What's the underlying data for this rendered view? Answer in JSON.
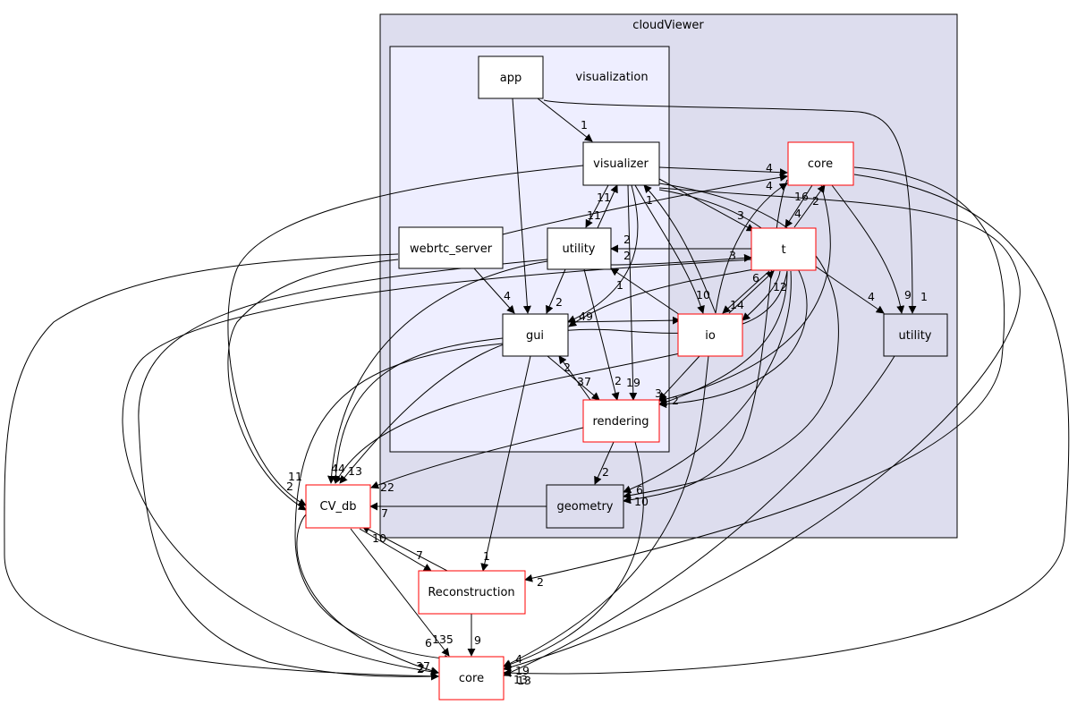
{
  "clusters": {
    "outer": "cloudViewer",
    "inner": "visualization"
  },
  "nodes": {
    "app": "app",
    "visualizer": "visualizer",
    "viz_utility": "utility",
    "webrtc_server": "webrtc_server",
    "gui": "gui",
    "rendering": "rendering",
    "cv_core": "core",
    "t": "t",
    "io": "io",
    "cv_utility": "utility",
    "geometry": "geometry",
    "cv_db": "CV_db",
    "reconstruction": "Reconstruction",
    "core": "core"
  },
  "edges": {
    "app_visualizer": "1",
    "visualizer_cv_core": "4",
    "visualizer_t": "3",
    "visualizer_utility": "11",
    "utility_visualizer": "11",
    "io_visualizer": "1",
    "visualizer_rendering_2": "2",
    "webrtc_cv_core": "4",
    "webrtc_gui": "4",
    "utility_gui": "2",
    "utility_t": "3",
    "t_utility": "2",
    "t_gui": "1",
    "rendering_gui_2": "2",
    "gui_rendering": "37",
    "utility_rendering": "2",
    "visualizer_rendering": "19",
    "io_rendering": "3",
    "t_rendering": "2",
    "cv_core_t": "4",
    "t_cv_core": "2",
    "cv_core_t_16": "16",
    "io_t": "6",
    "t_io": "14",
    "t_io_12": "12",
    "io_utility": "10",
    "io_cv_core": "4",
    "gui_io": "49",
    "cv_core_cv_utility": "9",
    "app_cv_utility": "1",
    "t_cv_utility": "4",
    "rendering_geometry": "2",
    "t_geometry": "6",
    "cv_core_geometry": "10",
    "visualizer_cv_db": "11",
    "webrtc_cv_db": "2",
    "utility_cv_db": "44",
    "gui_cv_db": "13",
    "rendering_cv_db": "22",
    "geometry_cv_db": "7",
    "reconstruction_cv_db": "7",
    "cv_db_reconstruction": "10",
    "gui_reconstruction": "1",
    "cv_core_reconstruction": "2",
    "cv_db_core": "135",
    "reconstruction_core": "9",
    "gui_core": "6",
    "webrtc_core": "37",
    "utility_core": "2",
    "t_core": "2",
    "io_core": "4",
    "rendering_core": "19",
    "cv_utility_core": "13",
    "cv_core_core": "13"
  }
}
